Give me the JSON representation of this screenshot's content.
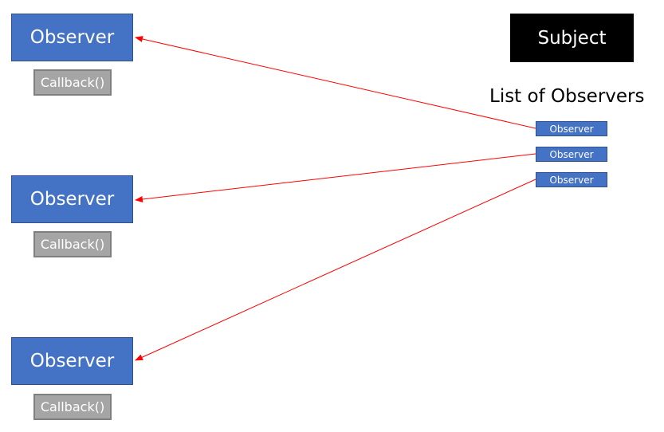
{
  "subject": {
    "label": "Subject"
  },
  "list": {
    "title": "List of Observers",
    "items": [
      "Observer",
      "Observer",
      "Observer"
    ]
  },
  "observers": [
    {
      "label": "Observer",
      "callback": "Callback()"
    },
    {
      "label": "Observer",
      "callback": "Callback()"
    },
    {
      "label": "Observer",
      "callback": "Callback()"
    }
  ],
  "colors": {
    "observer_fill": "#4472c4",
    "callback_fill": "#a5a5a5",
    "subject_fill": "#000000",
    "arrow": "#ff0000"
  }
}
